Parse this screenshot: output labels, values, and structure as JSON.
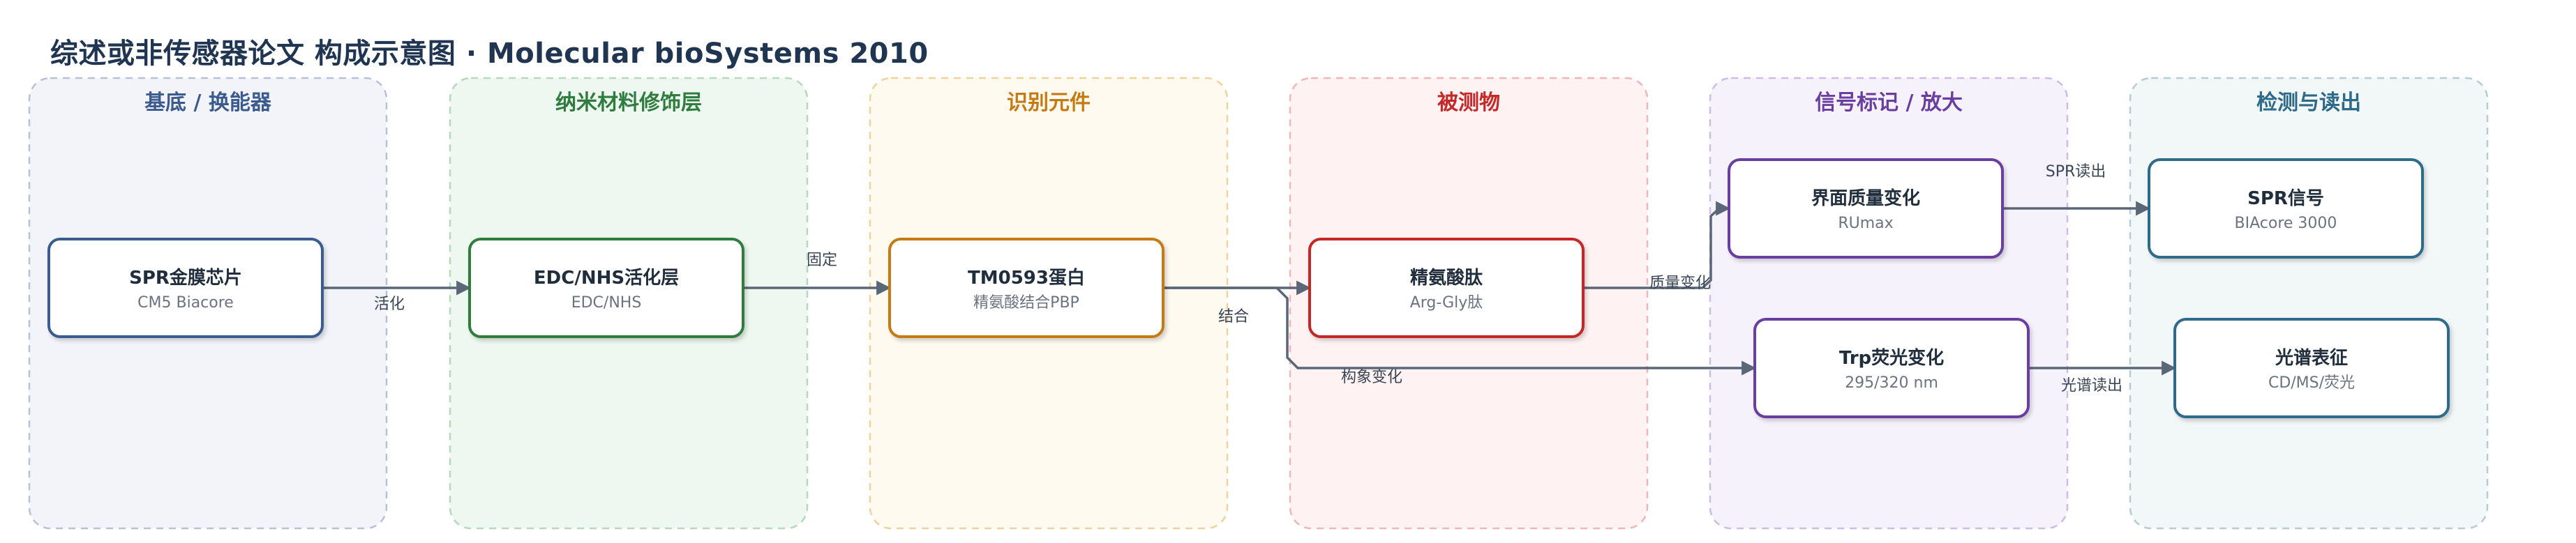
{
  "title": "综述或非传感器论文 构成示意图 · Molecular bioSystems 2010",
  "colors": {
    "title": "#1f3551",
    "edge": "#5a6778"
  },
  "lanes": [
    {
      "id": "substrate",
      "title": "基底 / 换能器",
      "accent": "#3b5b8f",
      "fill": "#f3f4fa",
      "border": "#b9c1d6"
    },
    {
      "id": "nano",
      "title": "纳米材料修饰层",
      "accent": "#2e7d3e",
      "fill": "#eef7f0",
      "border": "#b6d8bd"
    },
    {
      "id": "recog",
      "title": "识别元件",
      "accent": "#c67a12",
      "fill": "#fffaf0",
      "border": "#f0d39a"
    },
    {
      "id": "analyte",
      "title": "被测物",
      "accent": "#c62828",
      "fill": "#fff2f2",
      "border": "#f0b7b7"
    },
    {
      "id": "signal",
      "title": "信号标记 / 放大",
      "accent": "#6a3ea1",
      "fill": "#f6f2fc",
      "border": "#cdbde6"
    },
    {
      "id": "readout",
      "title": "检测与读出",
      "accent": "#2d6a8a",
      "fill": "#f2f7f8",
      "border": "#b6cdd6"
    }
  ],
  "nodes": [
    {
      "id": "chip",
      "title": "SPR金膜芯片",
      "subtitle": "CM5 Biacore",
      "lane": "substrate"
    },
    {
      "id": "edc",
      "title": "EDC/NHS活化层",
      "subtitle": "EDC/NHS",
      "lane": "nano"
    },
    {
      "id": "protein",
      "title": "TM0593蛋白",
      "subtitle": "精氨酸结合PBP",
      "lane": "recog"
    },
    {
      "id": "peptide",
      "title": "精氨酸肽",
      "subtitle": "Arg-Gly肽",
      "lane": "analyte"
    },
    {
      "id": "mass",
      "title": "界面质量变化",
      "subtitle": "RUmax",
      "lane": "signal"
    },
    {
      "id": "trp",
      "title": "Trp荧光变化",
      "subtitle": "295/320 nm",
      "lane": "signal"
    },
    {
      "id": "spr",
      "title": "SPR信号",
      "subtitle": "BIAcore 3000",
      "lane": "readout"
    },
    {
      "id": "spec",
      "title": "光谱表征",
      "subtitle": "CD/MS/荧光",
      "lane": "readout"
    }
  ],
  "edges": [
    {
      "id": "chip-edc",
      "from": "chip",
      "to": "edc",
      "label": "活化"
    },
    {
      "id": "edc-protein",
      "from": "edc",
      "to": "protein",
      "label": "固定"
    },
    {
      "id": "protein-peptide",
      "from": "protein",
      "to": "peptide",
      "label": "结合"
    },
    {
      "id": "peptide-mass",
      "from": "peptide",
      "to": "mass",
      "label": "质量变化"
    },
    {
      "id": "protein-trp",
      "from": "protein",
      "to": "trp",
      "label": "构象变化"
    },
    {
      "id": "mass-spr",
      "from": "mass",
      "to": "spr",
      "label": "SPR读出"
    },
    {
      "id": "trp-spec",
      "from": "trp",
      "to": "spec",
      "label": "光谱读出"
    }
  ]
}
